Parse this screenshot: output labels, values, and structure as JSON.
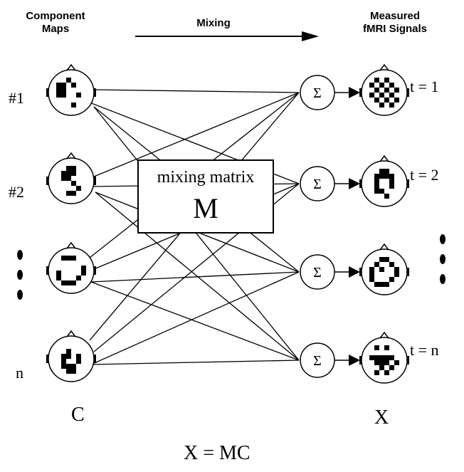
{
  "headers": {
    "component_maps": "Component\nMaps",
    "mixing": "Mixing",
    "measured": "Measured\nfMRI Signals"
  },
  "left_labels": [
    "#1",
    "#2",
    "n"
  ],
  "right_labels": [
    "t = 1",
    "t = 2",
    "t = n"
  ],
  "sigma": "Σ",
  "matrix": {
    "title": "mixing matrix",
    "letter": "M"
  },
  "bottom": {
    "c": "C",
    "x": "X",
    "equation": "X = MC"
  }
}
